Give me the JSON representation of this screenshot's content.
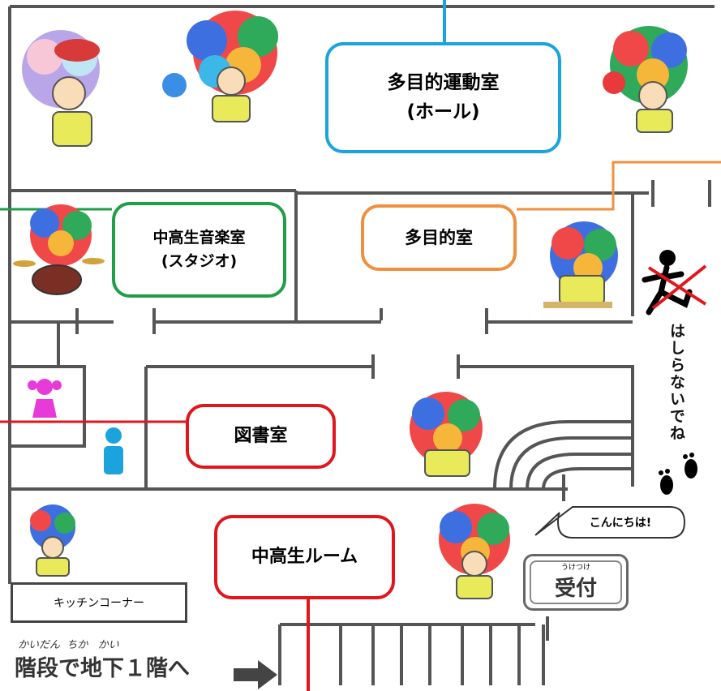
{
  "rooms": {
    "hall": {
      "name": "多目的運動室",
      "sub": "(ホール)"
    },
    "music": {
      "name": "中高生音楽室",
      "sub": "(スタジオ)"
    },
    "multi": {
      "name": "多目的室"
    },
    "library": {
      "name": "図書室"
    },
    "youth": {
      "name": "中高生ルーム"
    }
  },
  "kitchen": "キッチンコーナー",
  "reception": {
    "ruby": "うけつけ",
    "name": "受付"
  },
  "greeting": "こんにちは!",
  "no_running": "はしらないでね",
  "stairs": {
    "ruby": "かいだん  ちか   かい",
    "text": "階段で地下１階へ"
  },
  "icons": [
    "afro-character-icon",
    "ball-icon",
    "drum-kit-icon",
    "restroom-female-icon",
    "restroom-male-icon",
    "no-running-icon",
    "footprints-icon",
    "arrow-right-icon"
  ],
  "colors": {
    "hall": "#1aa3dc",
    "music": "#1e9e47",
    "multi": "#f08f3e",
    "library": "#e0161d",
    "youth": "#e0161d"
  }
}
